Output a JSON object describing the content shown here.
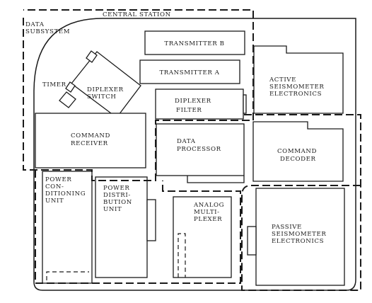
{
  "labels": {
    "central_station": "CENTRAL STATION",
    "data_subsystem": [
      "DATA",
      "SUBSYSTEM"
    ],
    "transmitter_b": "TRANSMITTER B",
    "transmitter_a": "TRANSMITTER A",
    "timer": "TIMER",
    "diplexer_switch": [
      "DIPLEXER",
      "SWITCH"
    ],
    "diplexer_filter": [
      "DIPLEXER",
      "FILTER"
    ],
    "active_seismometer": [
      "ACTIVE",
      "SEISMOMETER",
      "ELECTRONICS"
    ],
    "command_receiver": [
      "COMMAND",
      "RECEIVER"
    ],
    "data_processor": [
      "DATA",
      "PROCESSOR"
    ],
    "command_decoder": [
      "COMMAND",
      "DECODER"
    ],
    "power_conditioning": [
      "POWER",
      "CON-",
      "DITIONING",
      "UNIT"
    ],
    "power_distribution": [
      "POWER",
      "DISTRI-",
      "BUTION",
      "UNIT"
    ],
    "analog_multiplexer": [
      "ANALOG",
      "MULTI-",
      "PLEXER"
    ],
    "passive_seismometer": [
      "PASSIVE",
      "SEISMOMETER",
      "ELECTRONICS"
    ]
  }
}
